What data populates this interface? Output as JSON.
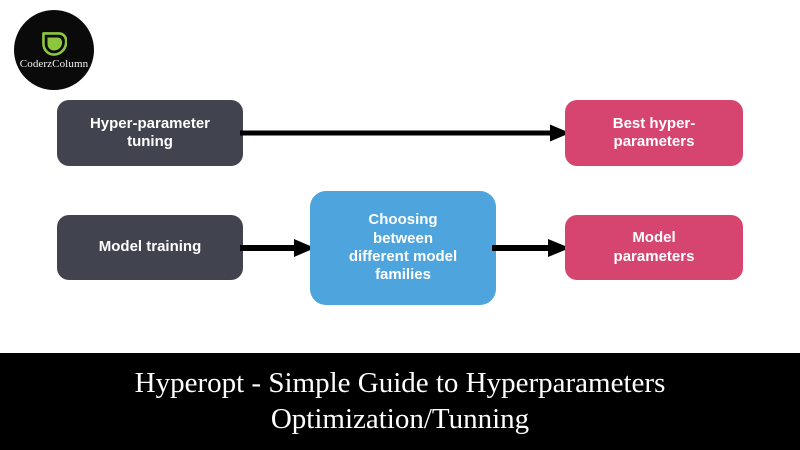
{
  "brand": {
    "logo_name": "CoderzColumn",
    "logo_icon": "leaf-droplet-icon",
    "logo_bg_color": "#0a0a0a",
    "logo_mark_color": "#8cc63e"
  },
  "diagram": {
    "background_color": "#ffffff",
    "colors": {
      "dark_node": "#41434f",
      "pink_node": "#d6456f",
      "blue_node": "#4ea5de",
      "arrow": "#000000",
      "node_text": "#ffffff"
    },
    "rows": [
      {
        "id": "row-hyperparameter",
        "nodes": [
          {
            "id": "hyper-parameter-tuning",
            "label": "Hyper-parameter\ntuning",
            "style": "dark"
          },
          {
            "id": "best-hyper-parameters",
            "label": "Best hyper-\nparameters",
            "style": "pink"
          }
        ],
        "arrows": [
          {
            "id": "tuning-to-best",
            "from": "hyper-parameter-tuning",
            "to": "best-hyper-parameters",
            "direction": "right"
          }
        ]
      },
      {
        "id": "row-model",
        "nodes": [
          {
            "id": "model-training",
            "label": "Model training",
            "style": "dark"
          },
          {
            "id": "choosing-between-families",
            "label": "Choosing\nbetween\ndifferent model\nfamilies",
            "style": "blue"
          },
          {
            "id": "model-parameters",
            "label": "Model\nparameters",
            "style": "pink"
          }
        ],
        "arrows": [
          {
            "id": "training-to-choosing",
            "from": "model-training",
            "to": "choosing-between-families",
            "direction": "right"
          },
          {
            "id": "choosing-to-parameters",
            "from": "choosing-between-families",
            "to": "model-parameters",
            "direction": "right"
          }
        ]
      }
    ]
  },
  "caption": {
    "text": "Hyperopt - Simple Guide to Hyperparameters\nOptimization/Tunning",
    "background_color": "#000000",
    "text_color": "#ffffff"
  }
}
